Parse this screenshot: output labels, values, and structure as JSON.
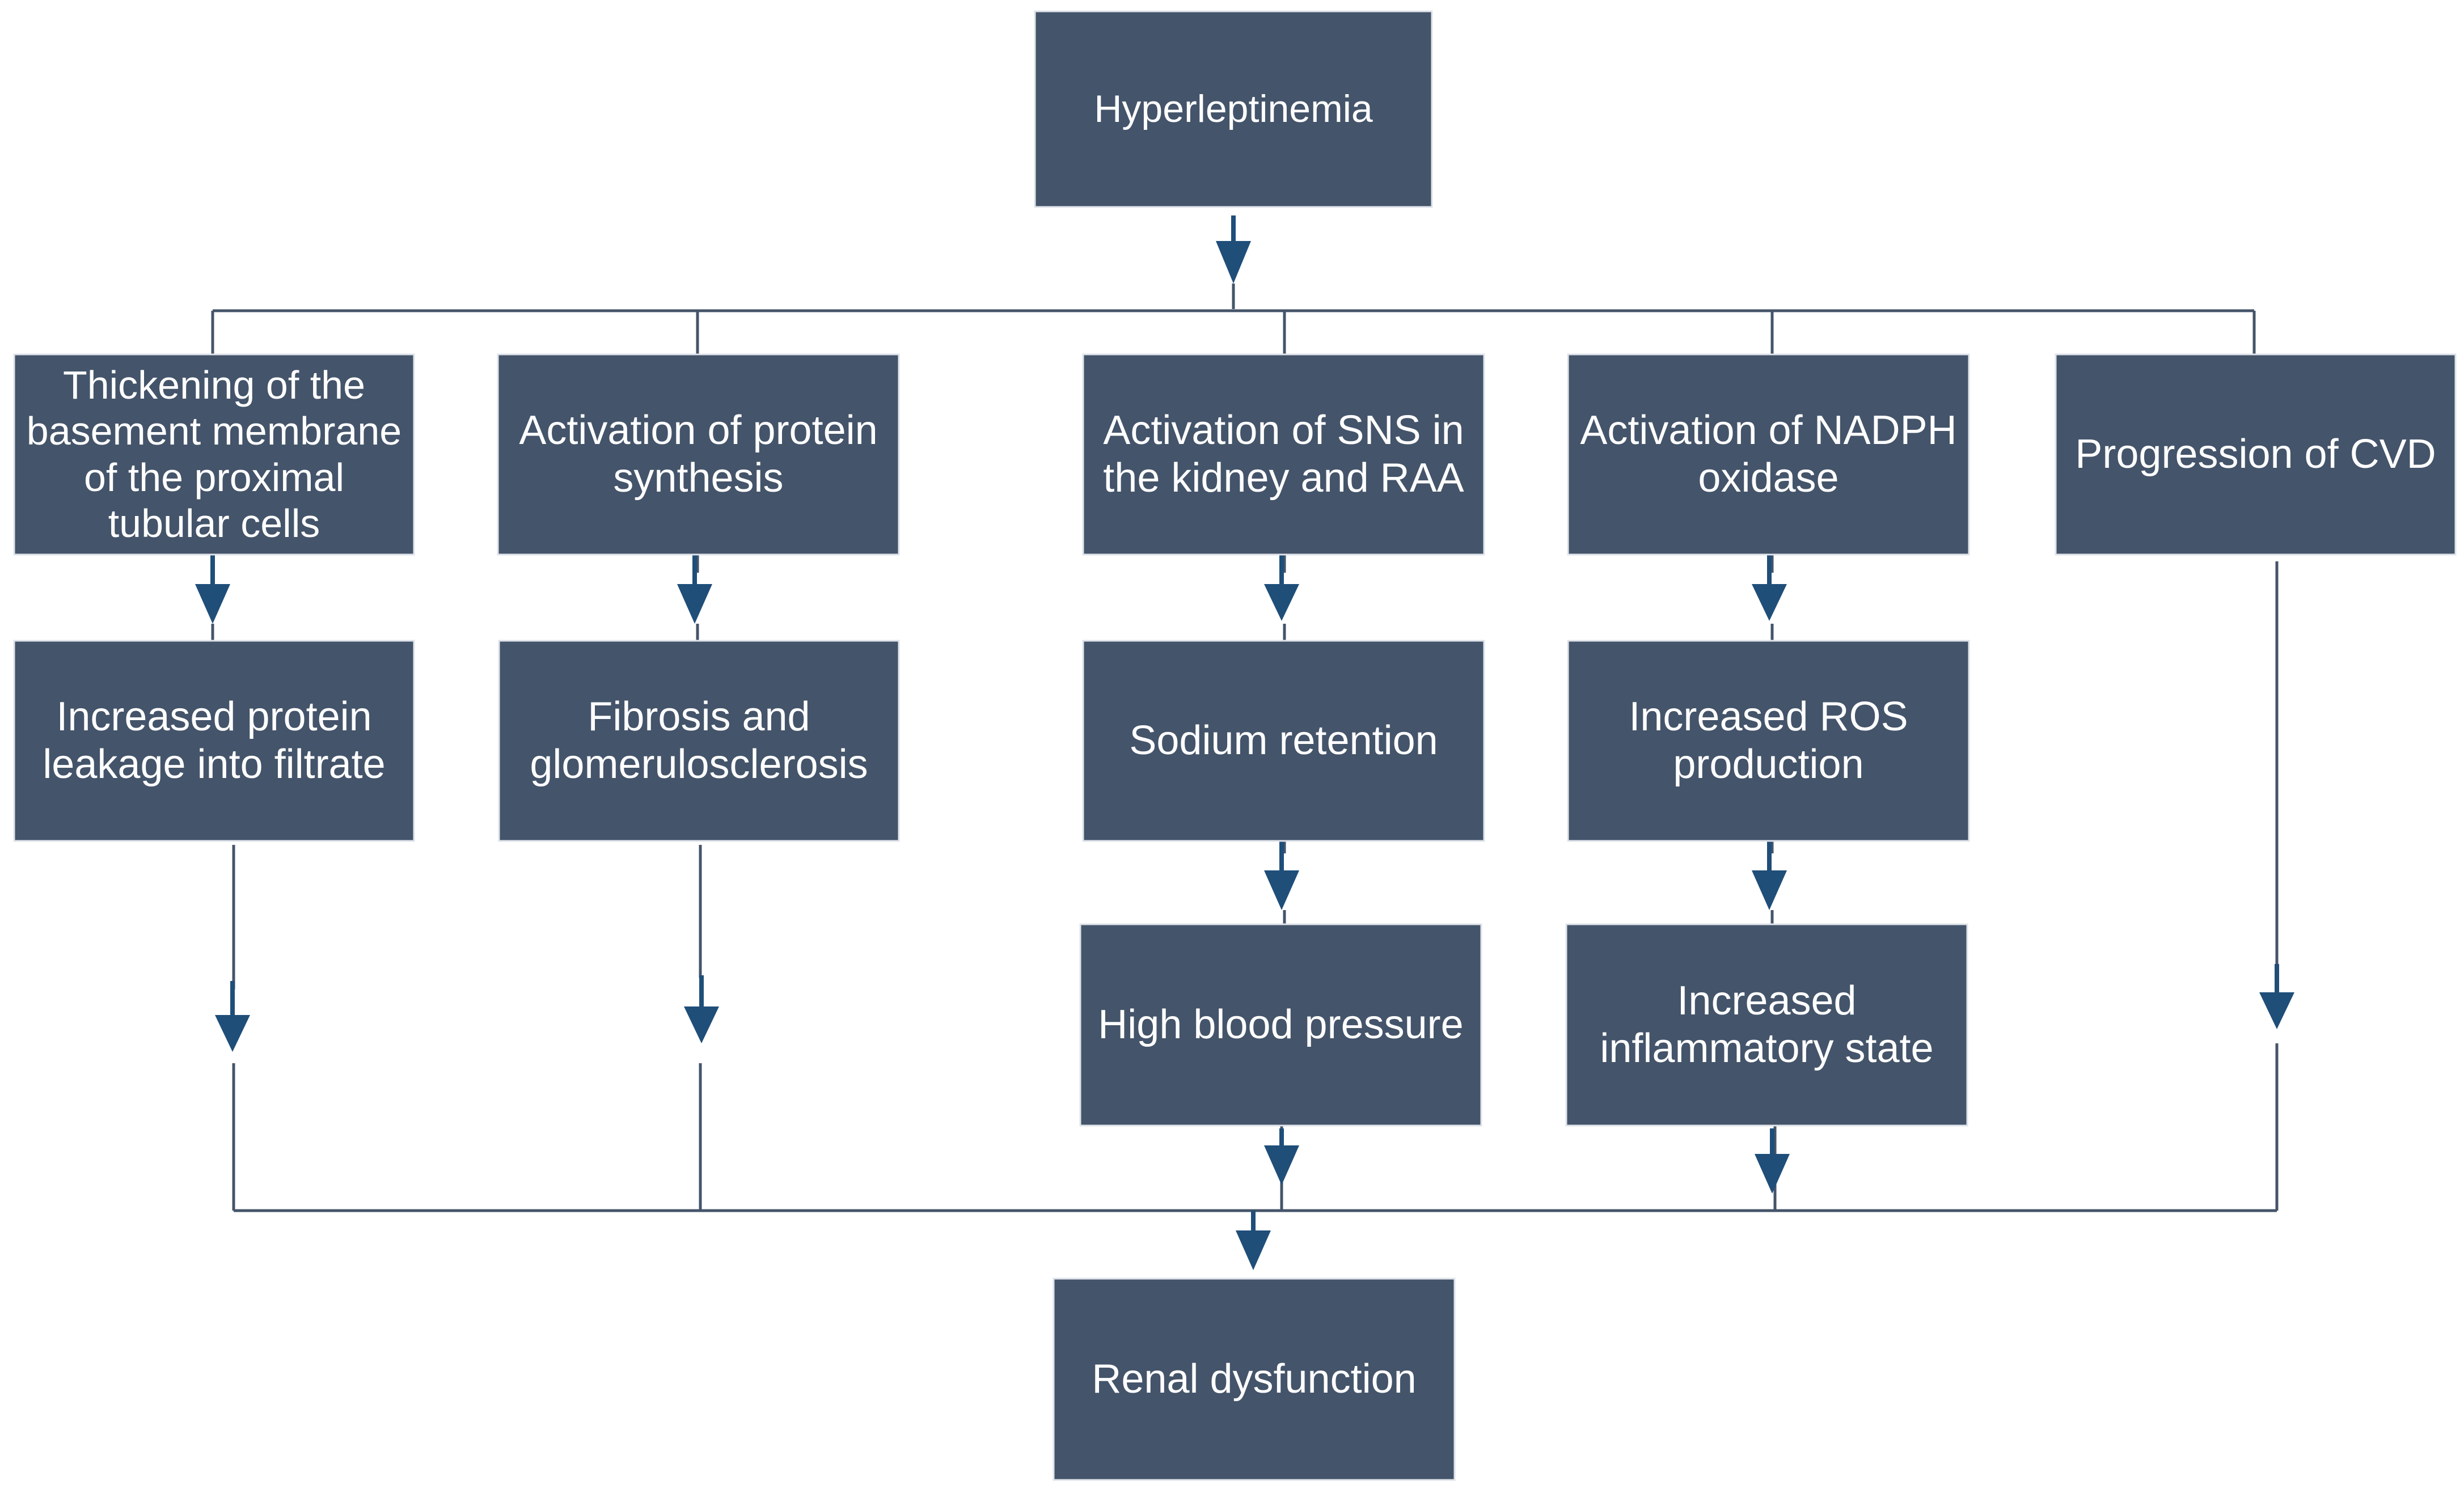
{
  "diagram": {
    "root": {
      "label": "Hyperleptinemia"
    },
    "branches": [
      {
        "cause": "Thickening of the\nbasement membrane\nof the proximal\ntubular cells",
        "effects": [
          "Increased  protein\nleakage into filtrate"
        ]
      },
      {
        "cause": "Activation of protein\nsynthesis",
        "effects": [
          "Fibrosis and\nglomerulosclerosis"
        ]
      },
      {
        "cause": "Activation of SNS in\nthe kidney and RAA",
        "effects": [
          "Sodium retention",
          "High blood pressure"
        ]
      },
      {
        "cause": "Activation of NADPH\noxidase",
        "effects": [
          "Increased  ROS\nproduction",
          "Increased\ninflammatory state"
        ]
      },
      {
        "cause": "Progression of CVD",
        "effects": []
      }
    ],
    "outcome": {
      "label": "Renal dysfunction"
    },
    "colors": {
      "box_fill": "#44546a",
      "box_text": "#ffffff",
      "arrow": "#1f4e79",
      "connector": "#44546a"
    }
  }
}
